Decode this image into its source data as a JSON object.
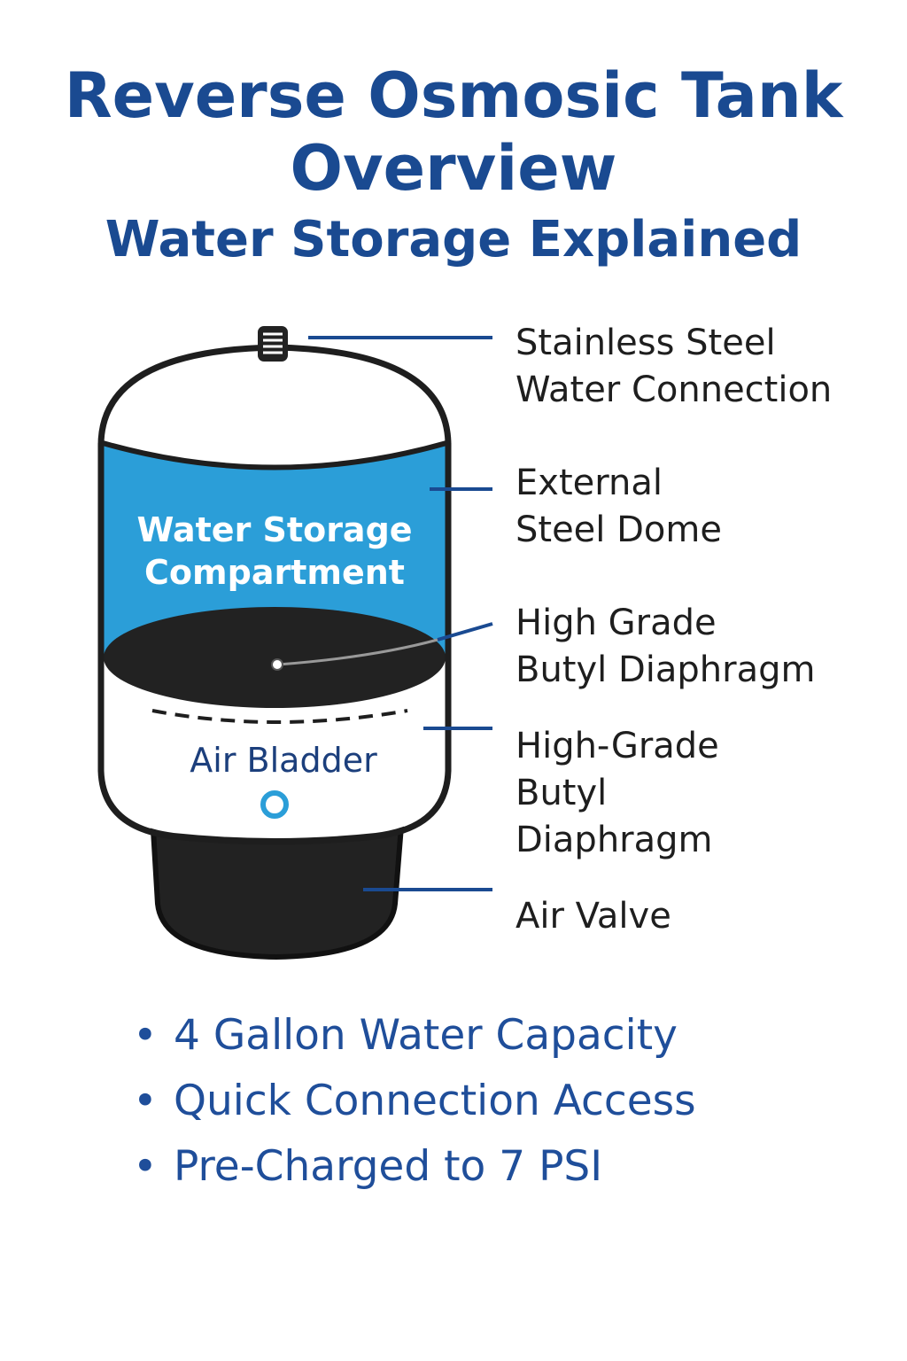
{
  "title": {
    "line1": "Reverse Osmosic Tank",
    "line2": "Overview",
    "subtitle": "Water Storage Explained"
  },
  "tank": {
    "water_compartment": [
      "Water Storage",
      "Compartment"
    ],
    "air_bladder": "Air Bladder"
  },
  "callouts": [
    {
      "lines": [
        "Stainless Steel",
        "Water Connection"
      ]
    },
    {
      "lines": [
        "External",
        "Steel Dome"
      ]
    },
    {
      "lines": [
        "High Grade",
        "Butyl Diaphragm"
      ]
    },
    {
      "lines": [
        "High-Grade",
        "Butyl",
        "Diaphragm"
      ]
    },
    {
      "lines": [
        "Air Valve"
      ]
    }
  ],
  "features": [
    "4 Gallon Water Capacity",
    "Quick Connection Access",
    "Pre-Charged to 7 PSI"
  ],
  "colors": {
    "title_blue": "#1a4a91",
    "water_blue": "#2b9ed8",
    "diaphragm_black": "#222222",
    "leader_line_blue": "#1a4a91"
  }
}
